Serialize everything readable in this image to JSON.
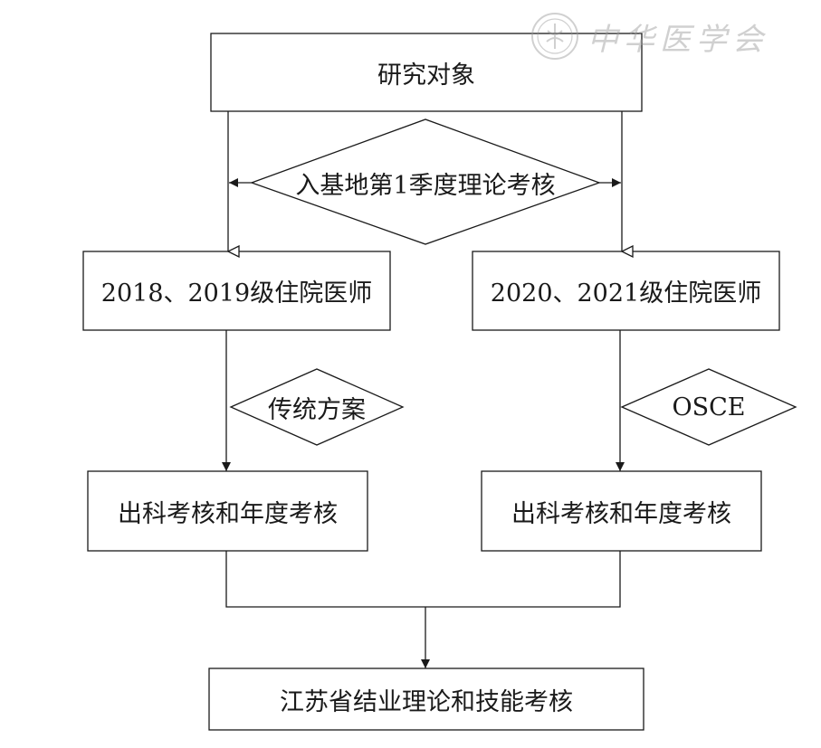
{
  "watermark": {
    "text": "中华医学会"
  },
  "nodes": {
    "subjects": "研究对象",
    "first_quarter": "入基地第1季度理论考核",
    "cohort_2018_2019": "2018、2019级住院医师",
    "cohort_2020_2021": "2020、2021级住院医师",
    "traditional": "传统方案",
    "osce": "OSCE",
    "dept_left": "出科考核和年度考核",
    "dept_right": "出科考核和年度考核",
    "final": "江苏省结业理论和技能考核"
  },
  "colors": {
    "stroke": "#1a1a1a",
    "background": "#ffffff",
    "watermark": "#999999"
  }
}
